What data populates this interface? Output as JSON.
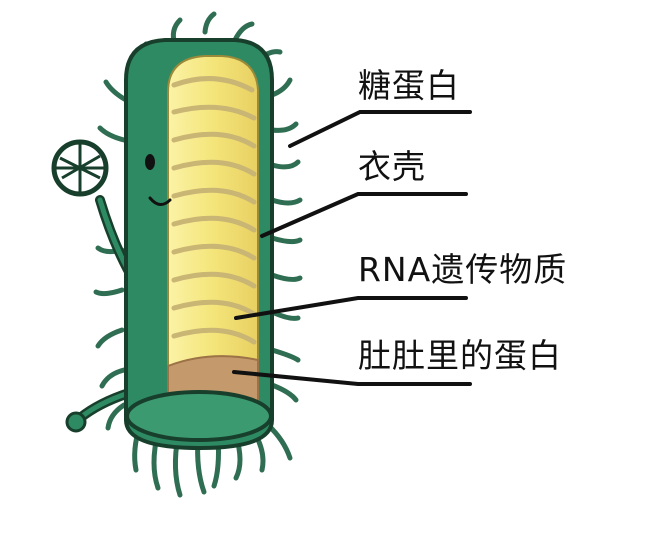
{
  "labels": {
    "glycoprotein": "糖蛋白",
    "envelope": "衣壳",
    "rna": "RNA遗传物质",
    "belly_protein": "肚肚里的蛋白"
  },
  "colors": {
    "envelope_green": "#2e8a63",
    "envelope_dark": "#173f2c",
    "spike_green": "#3b7d5e",
    "interior_yellow": "#f6e88a",
    "rna_coil": "#c9b574",
    "belly_brown": "#c49a6c",
    "leader_line": "#111111"
  }
}
